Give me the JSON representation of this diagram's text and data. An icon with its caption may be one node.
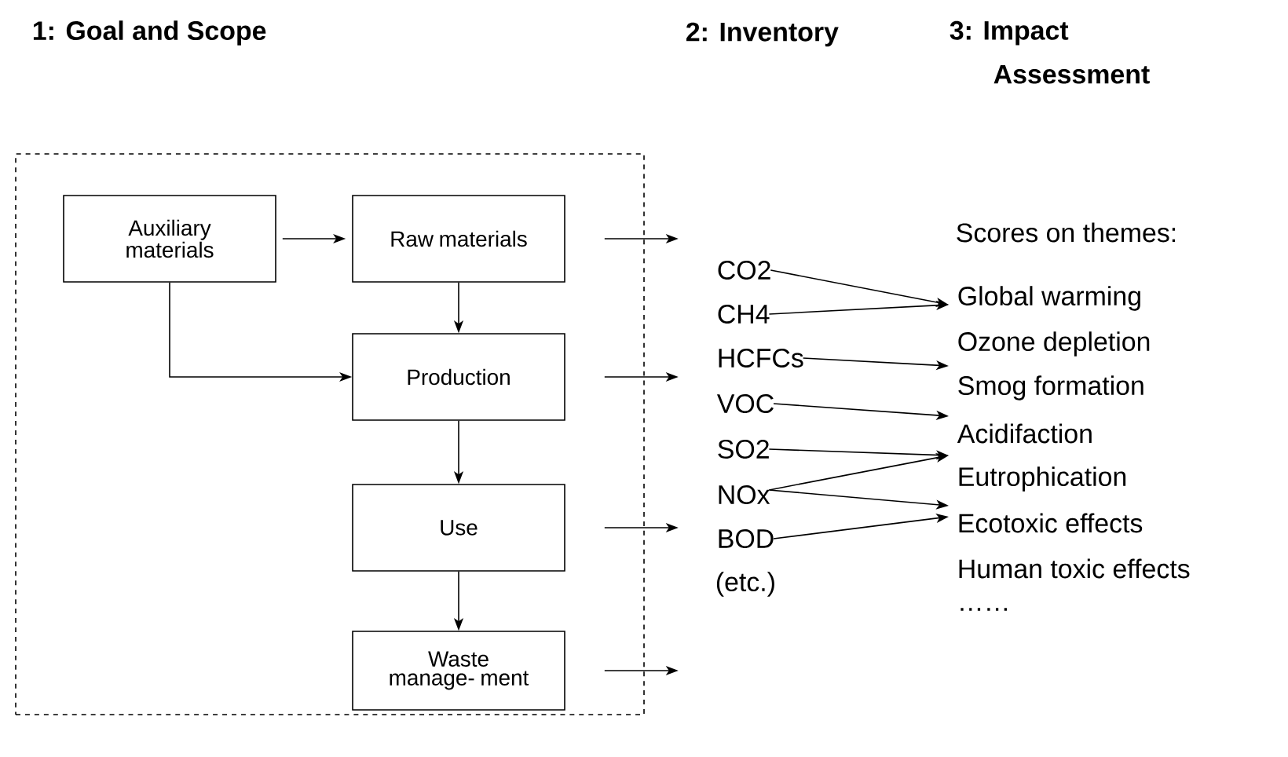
{
  "diagram": {
    "nodes": [
      {
        "text": [],
        "shape": "box"
      },
      {
        "text": [
          "Auxiliary materials"
        ],
        "in": 0
      },
      {
        "text": [
          "Raw materials"
        ],
        "in": 0
      },
      {
        "text": [
          "Production"
        ],
        "in": 0
      },
      {
        "text": [
          "Use"
        ],
        "in": 0
      },
      {
        "text": [
          "Waste manage- ment"
        ],
        "in": 0
      },
      {
        "text": [
          "CO2"
        ]
      },
      {
        "text": [
          "CH4"
        ]
      },
      {
        "text": [
          "HCFCs"
        ]
      },
      {
        "text": [
          "VOC"
        ]
      },
      {
        "text": [
          "SO2"
        ]
      },
      {
        "text": [
          "NOx"
        ]
      },
      {
        "text": [
          "BOD"
        ]
      },
      {
        "text": [
          "Global warming"
        ]
      },
      {
        "text": [
          "Ozone depletion"
        ]
      },
      {
        "text": [
          "Smog formation"
        ]
      },
      {
        "text": [
          "Acidifaction"
        ]
      },
      {
        "text": [
          "Eutrophication"
        ]
      },
      {
        "text": [
          "Ecotoxic effects"
        ]
      }
    ],
    "edges": [
      {
        "from": 1,
        "to": 2,
        "arrow": "to"
      },
      {
        "from": 2,
        "to": 3,
        "arrow": "to"
      },
      {
        "from": 1,
        "to": 3,
        "arrow": "to"
      },
      {
        "from": 3,
        "to": 4,
        "arrow": "to"
      },
      {
        "from": 4,
        "to": 5,
        "arrow": "to"
      },
      {
        "from": 6,
        "to": 13,
        "arrow": "to"
      },
      {
        "from": 7,
        "to": 13,
        "arrow": "to"
      },
      {
        "from": 8,
        "to": 14,
        "arrow": "to"
      },
      {
        "from": 9,
        "to": 15,
        "arrow": "to"
      },
      {
        "from": 10,
        "to": 16,
        "arrow": "to"
      },
      {
        "from": 11,
        "to": 16,
        "arrow": "to"
      },
      {
        "from": 11,
        "to": 17,
        "arrow": "to"
      },
      {
        "from": 12,
        "to": 18,
        "arrow": "to"
      }
    ],
    "labels": [
      "1: Goal and Scope",
      "2:  Inventory",
      "3: Impact Assessment",
      "Scores on themes:",
      "(etc.)",
      "Human toxic effects",
      "……"
    ]
  }
}
